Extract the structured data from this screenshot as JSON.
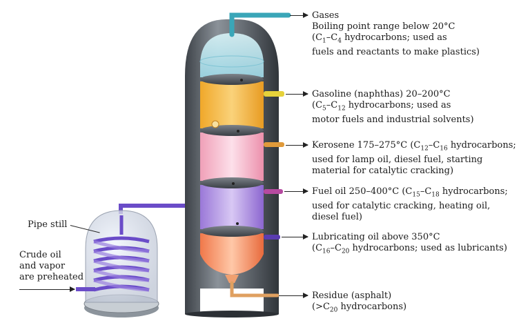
{
  "labels": {
    "gases": {
      "name": "Gases",
      "line1": "Boiling point range below 20°C",
      "formula_a": "(C",
      "sub1": "1",
      "dash": "–C",
      "sub2": "4",
      "formula_b": " hydrocarbons; used as",
      "line3": "fuels and reactants to make plastics)"
    },
    "gasoline": {
      "line1": "Gasoline (naphthas) 20–200°C",
      "formula_a": "(C",
      "sub1": "5",
      "dash": "–C",
      "sub2": "12",
      "formula_b": " hydrocarbons; used as",
      "line3": "motor fuels and industrial solvents)"
    },
    "kerosene": {
      "line1_a": "Kerosene 175–275°C (C",
      "sub1": "12",
      "dash": "–C",
      "sub2": "16",
      "line1_b": " hydrocarbons;",
      "line2": "used for lamp oil, diesel fuel, starting",
      "line3": "material for catalytic cracking)"
    },
    "fuel_oil": {
      "line1_a": "Fuel oil 250–400°C (C",
      "sub1": "15",
      "dash": "–C",
      "sub2": "18",
      "line1_b": " hydrocarbons;",
      "line2": "used for catalytic cracking, heating oil,",
      "line3": "diesel fuel)"
    },
    "lubricating": {
      "line1": "Lubricating oil above 350°C",
      "formula_a": "(C",
      "sub1": "16",
      "dash": "–C",
      "sub2": "20",
      "formula_b": " hydrocarbons; used as lubricants)"
    },
    "residue": {
      "line1": "Residue (asphalt)",
      "formula_a": "(>C",
      "sub1": "20",
      "formula_b": " hydrocarbons)"
    },
    "pipe_still": "Pipe still",
    "crude": {
      "line1": "Crude oil",
      "line2": "and vapor",
      "line3": "are preheated"
    }
  },
  "colors": {
    "gases_pipe": "#3aa6b8",
    "gasoline_pipe": "#e6d23a",
    "kerosene_pipe": "#e09a3a",
    "fuel_oil_pipe": "#b64aa0",
    "lubricating_pipe": "#5a3cb0",
    "residue_pipe": "#e0a060",
    "column_shell": "#5a6068",
    "coil": "#6a4cc8"
  }
}
